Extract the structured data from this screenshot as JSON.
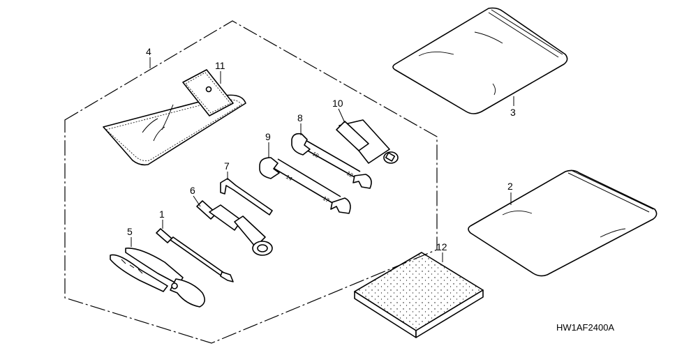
{
  "diagram": {
    "code": "HW1AF2400A",
    "callouts": {
      "c1": "1",
      "c2": "2",
      "c3": "3",
      "c4": "4",
      "c5": "5",
      "c6": "6",
      "c7": "7",
      "c8": "8",
      "c9": "9",
      "c10": "10",
      "c11": "11",
      "c12": "12"
    },
    "wrench_markings": {
      "w8_upper": "10",
      "w8_lower": "12",
      "w9_upper": "14",
      "w9_lower": "17"
    }
  }
}
